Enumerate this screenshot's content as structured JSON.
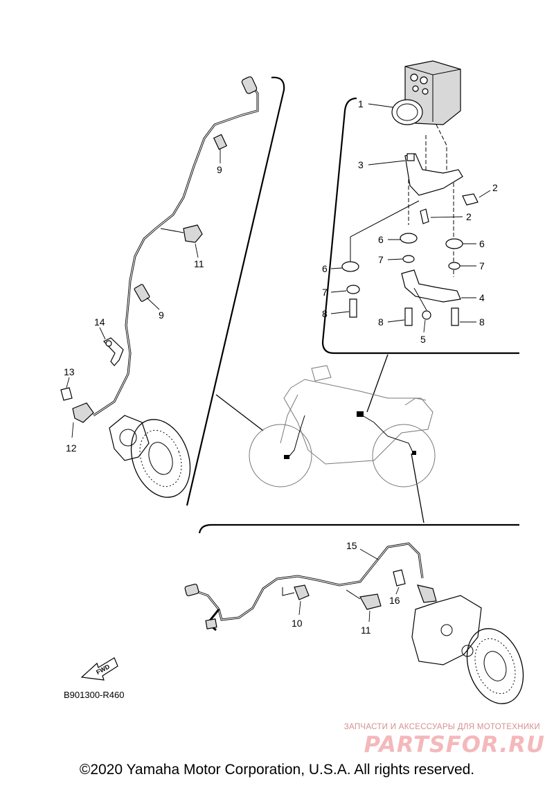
{
  "diagram": {
    "code": "B901300-R460",
    "fwd_label": "FWD",
    "copyright": "©2020 Yamaha Motor Corporation, U.S.A. All rights reserved.",
    "watermark": {
      "line1": "ЗАПЧАСТИ И АКСЕССУАРЫ ДЛЯ МОТОТЕХНИКИ",
      "logo": "PARTSFOR.RU"
    },
    "callouts": {
      "c1": "1",
      "c2a": "2",
      "c2b": "2",
      "c3": "3",
      "c4": "4",
      "c5": "5",
      "c6a": "6",
      "c6b": "6",
      "c6c": "6",
      "c7a": "7",
      "c7b": "7",
      "c7c": "7",
      "c8a": "8",
      "c8b": "8",
      "c8c": "8",
      "c9a": "9",
      "c9b": "9",
      "c10": "10",
      "c11a": "11",
      "c11b": "11",
      "c12": "12",
      "c13": "13",
      "c14": "14",
      "c15": "15",
      "c16": "16"
    },
    "colors": {
      "ink": "#000000",
      "watermark_text": "#d68f92",
      "watermark_logo": "#f4b8bb"
    }
  }
}
